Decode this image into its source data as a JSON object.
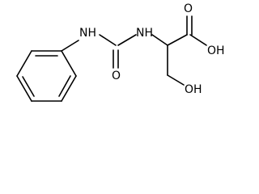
{
  "molecule": {
    "atom_labels": {
      "nh_left": "NH",
      "nh_right": "NH",
      "carbonyl_o": "O",
      "acid_oh": "OH",
      "alcohol_oh": "OH",
      "acid_o": "O"
    }
  }
}
